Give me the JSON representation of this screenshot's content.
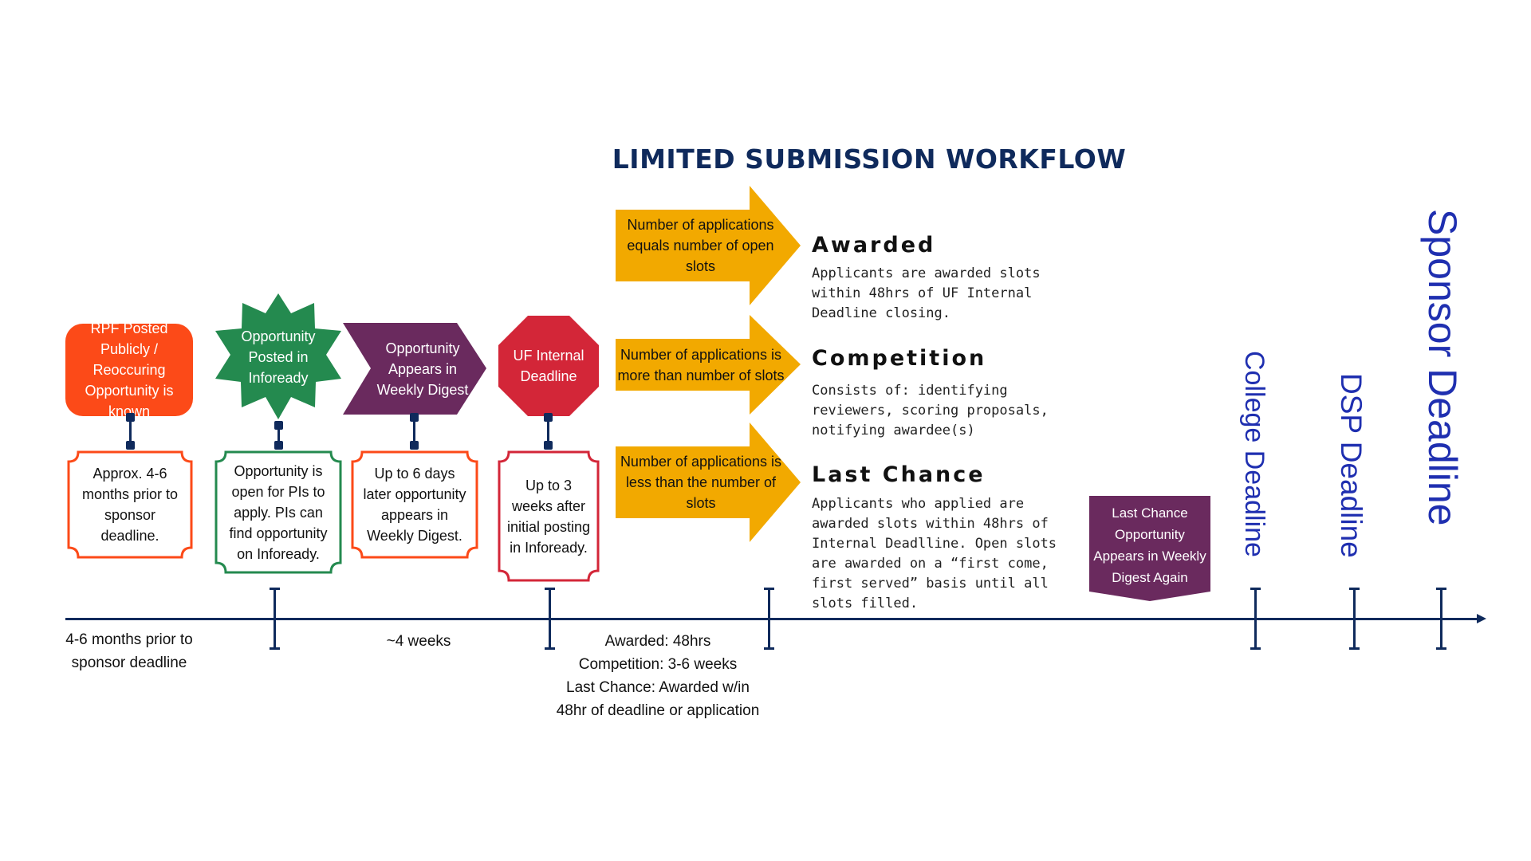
{
  "title": "LIMITED SUBMISSION WORKFLOW",
  "colors": {
    "title": "#0f2a5c",
    "orange": "#fc4a18",
    "green": "#248a4f",
    "purple": "#6a2a5e",
    "red": "#d32638",
    "gold": "#f2a900",
    "timeline": "#0f2a5c",
    "deadline_blue": "#1f2fb0"
  },
  "steps": [
    {
      "shape": "rounded-rectangle",
      "label": "RPF Posted Publicly / Reoccuring Opportunity is known",
      "detail": "Approx. 4-6 months prior to sponsor deadline."
    },
    {
      "shape": "starburst",
      "label": "Opportunity Posted in Infoready",
      "detail": "Opportunity is open for PIs to apply. PIs can find opportunity on Infoready."
    },
    {
      "shape": "chevron",
      "label": "Opportunity Appears in Weekly Digest",
      "detail": "Up to 6 days later opportunity appears in Weekly Digest."
    },
    {
      "shape": "octagon",
      "label": "UF Internal Deadline",
      "detail": "Up to 3 weeks after initial posting in Infoready."
    }
  ],
  "branches": [
    {
      "condition": "Number of applications equals number of open slots",
      "outcome": "Awarded",
      "description": "Applicants are awarded slots within 48hrs of UF Internal Deadline closing."
    },
    {
      "condition": "Number of applications is more than number of slots",
      "outcome": "Competition",
      "description": "Consists of: identifying reviewers, scoring proposals, notifying awardee(s)"
    },
    {
      "condition": "Number of applications is less than the number of slots",
      "outcome": "Last Chance",
      "description": "Applicants who applied are awarded slots within 48hrs of Internal Deadlline. Open slots are awarded on a “first come, first served” basis until all slots filled."
    }
  ],
  "last_chance_badge": "Last Chance Opportunity Appears in Weekly Digest Again",
  "deadlines": {
    "college": "College Deadline",
    "dsp": "DSP Deadline",
    "sponsor": "Sponsor Deadline"
  },
  "timeline_labels": {
    "start": "4-6 months prior to sponsor deadline",
    "weeks": "~4 weeks",
    "outcomes": [
      "Awarded: 48hrs",
      "Competition: 3-6 weeks",
      "Last Chance: Awarded w/in",
      "48hr of deadline or application"
    ]
  }
}
